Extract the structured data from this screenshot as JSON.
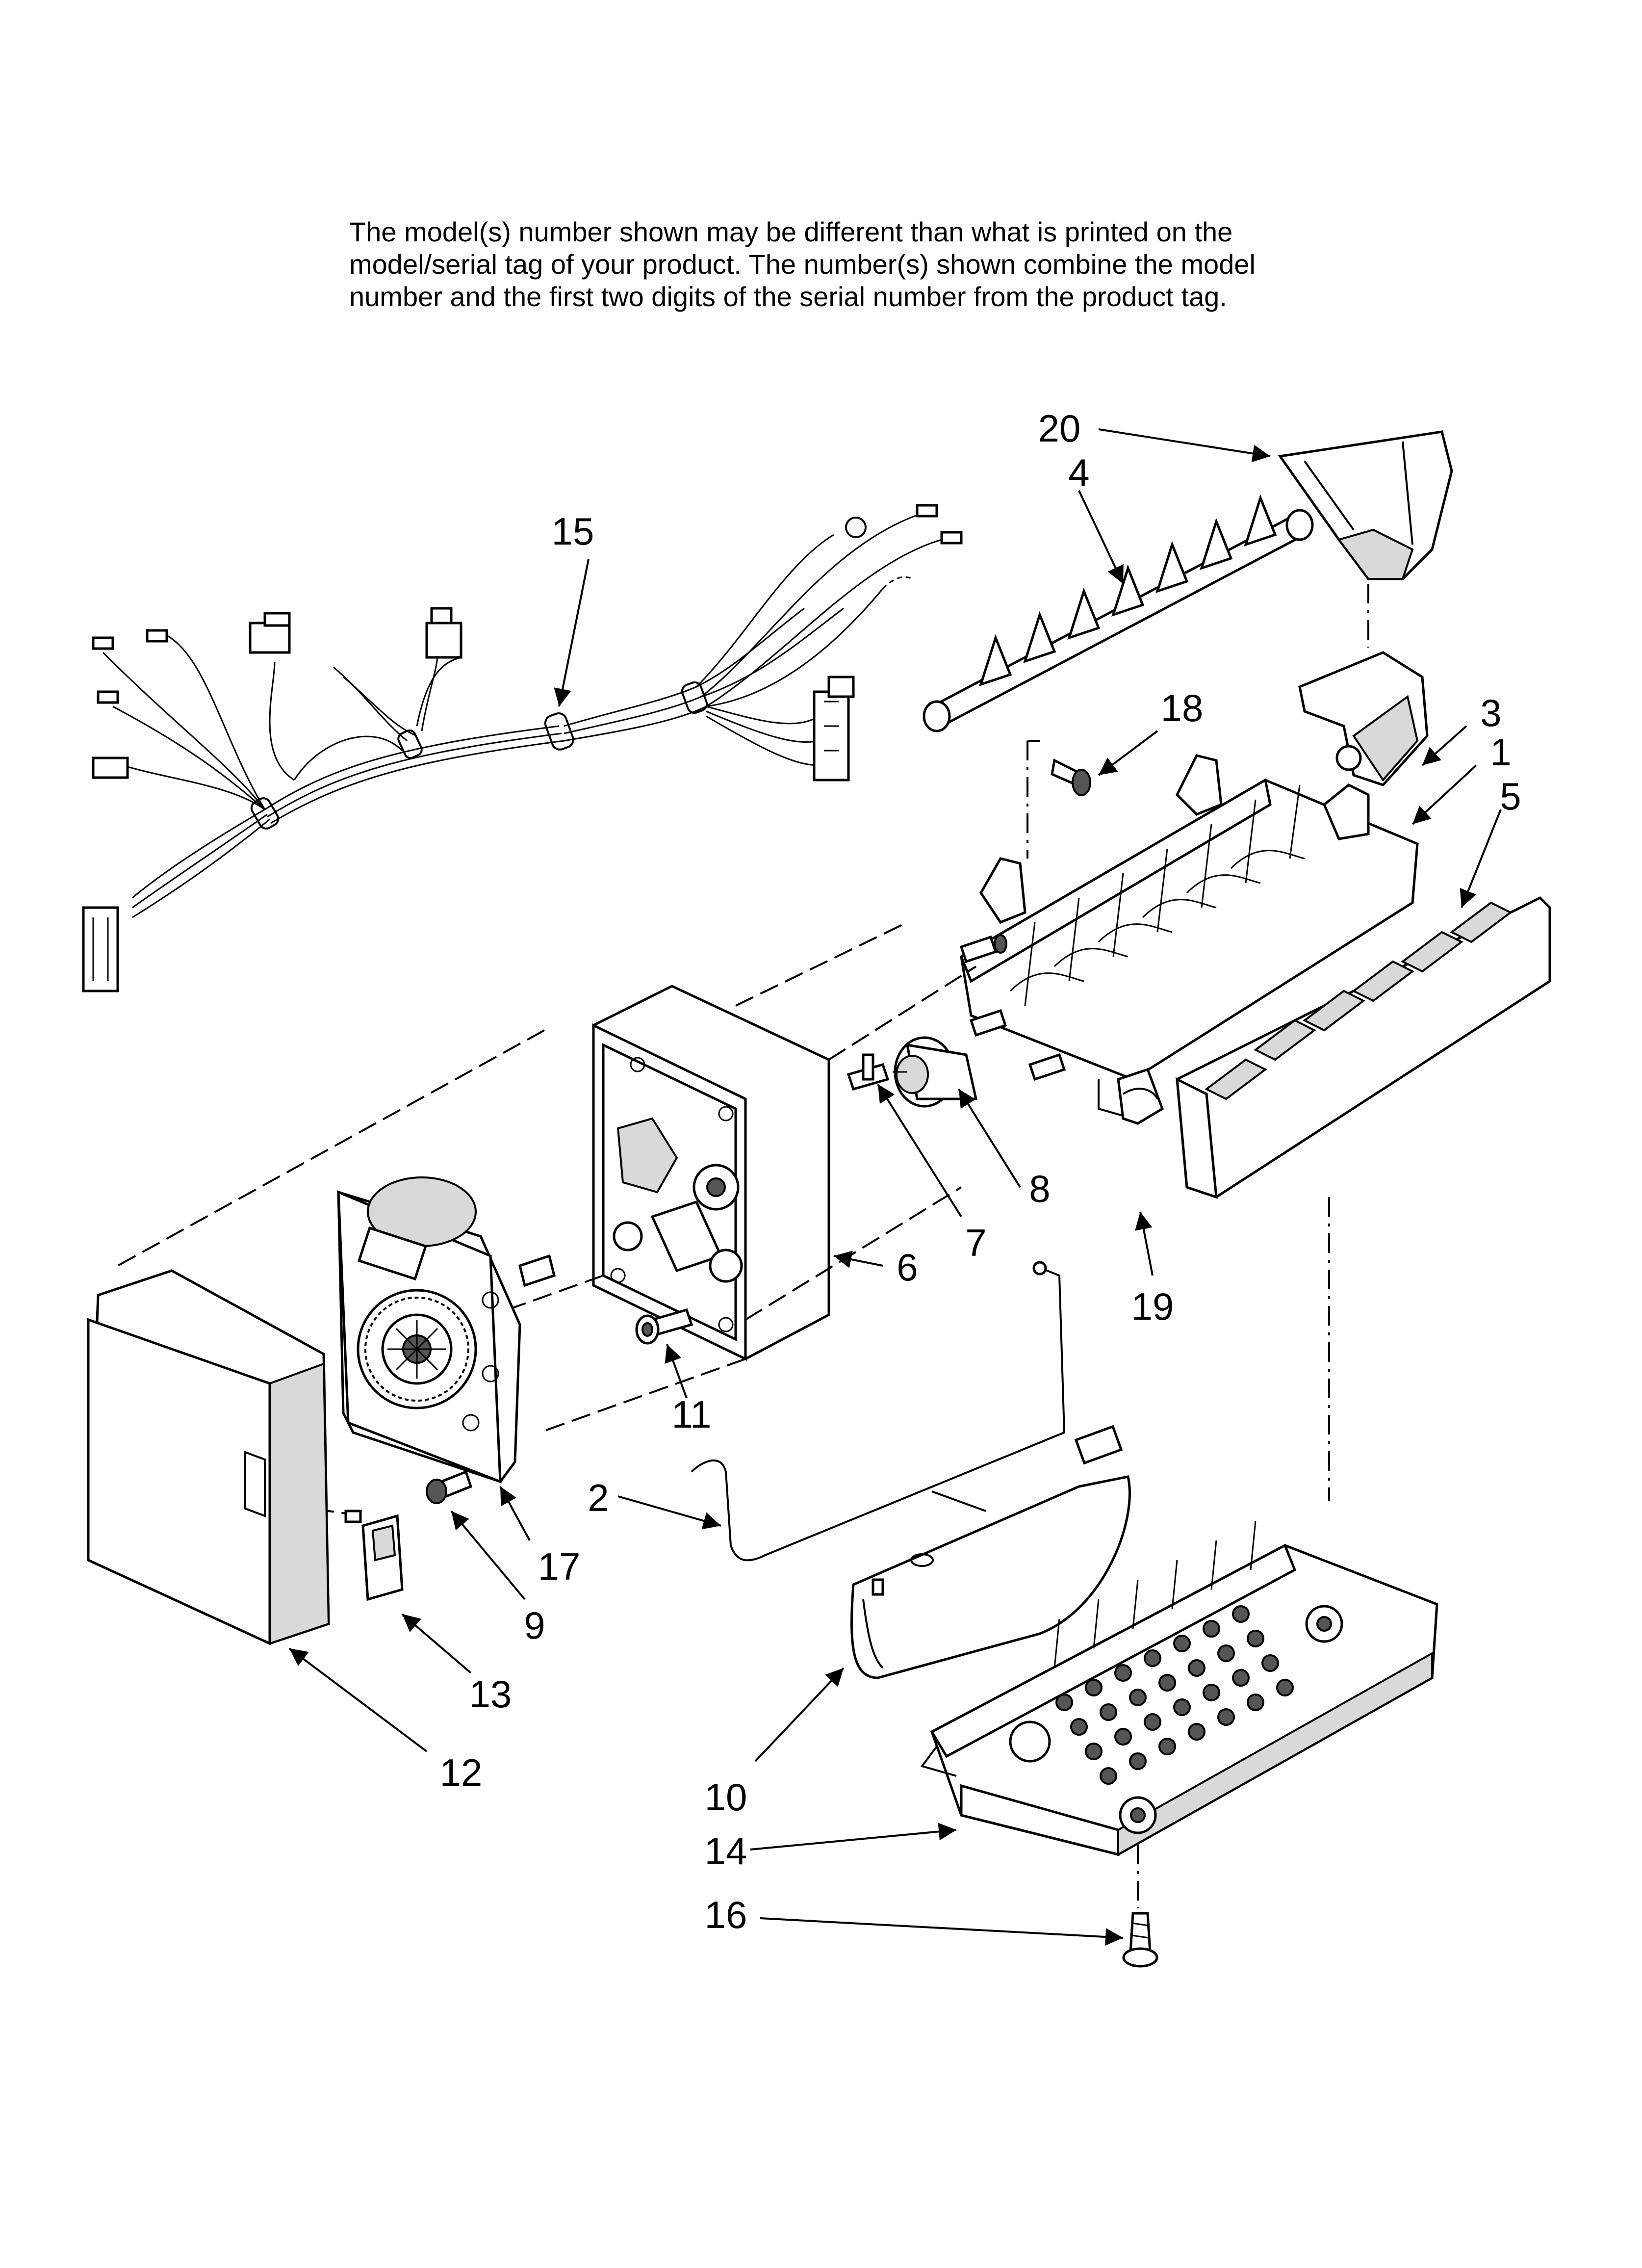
{
  "disclaimer": {
    "line1": "The model(s) number shown may be different than what is printed on the",
    "line2": "model/serial tag of your product. The number(s) shown combine the model",
    "line3": "number and the first two digits of the serial number from the product tag."
  },
  "callouts": {
    "c1": "1",
    "c2": "2",
    "c3": "3",
    "c4": "4",
    "c5": "5",
    "c6": "6",
    "c7": "7",
    "c8": "8",
    "c9": "9",
    "c10": "10",
    "c11": "11",
    "c12": "12",
    "c13": "13",
    "c14": "14",
    "c15": "15",
    "c16": "16",
    "c17": "17",
    "c18": "18",
    "c19": "19",
    "c20": "20"
  }
}
